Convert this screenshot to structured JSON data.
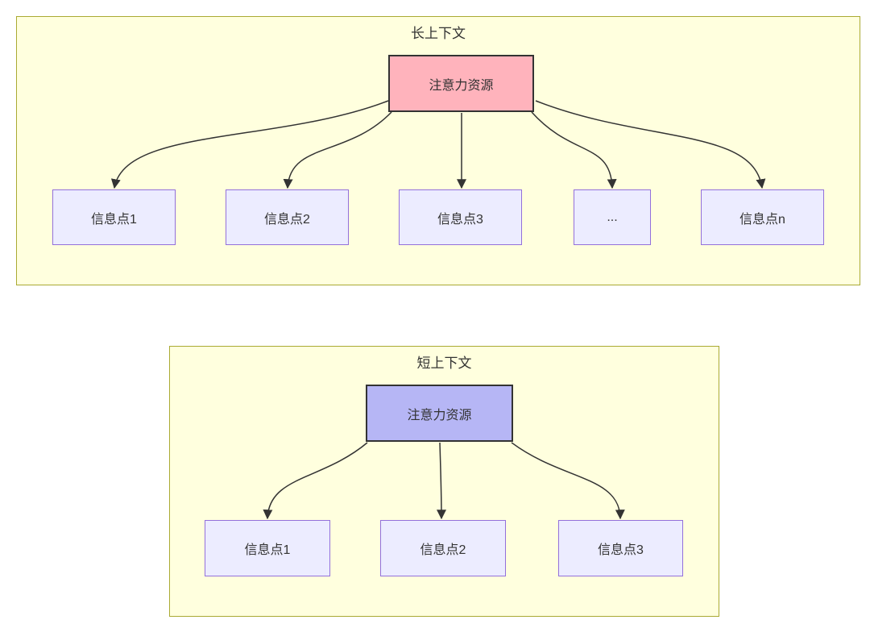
{
  "colors": {
    "page_background": "#ffffff",
    "group_fill": "#ffffde",
    "group_border": "#aaaa33",
    "long_root_fill": "#ffb3bc",
    "short_root_fill": "#b6b6f5",
    "child_fill": "#ececff",
    "child_border": "#9370db",
    "edge_line": "#333333",
    "text": "#333333"
  },
  "diagrams": [
    {
      "title": "长上下文",
      "root": {
        "label": "注意力资源",
        "fill": "#ffb3bc"
      },
      "children": [
        {
          "label": "信息点1"
        },
        {
          "label": "信息点2"
        },
        {
          "label": "信息点3"
        },
        {
          "label": "..."
        },
        {
          "label": "信息点n"
        }
      ]
    },
    {
      "title": "短上下文",
      "root": {
        "label": "注意力资源",
        "fill": "#b6b6f5"
      },
      "children": [
        {
          "label": "信息点1"
        },
        {
          "label": "信息点2"
        },
        {
          "label": "信息点3"
        }
      ]
    }
  ]
}
